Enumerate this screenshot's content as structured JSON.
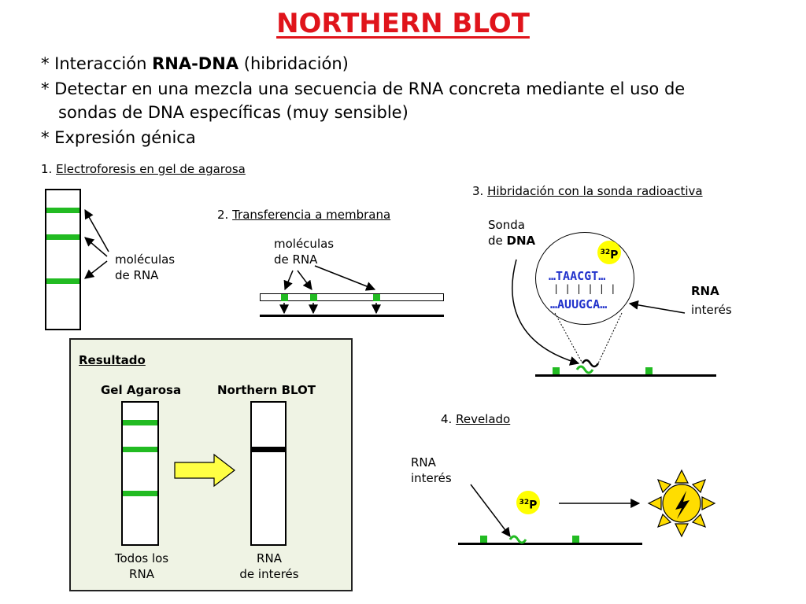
{
  "title": "NORTHERN BLOT",
  "bullets": [
    {
      "prefix": "* Interacción ",
      "bold": "RNA-DNA",
      "suffix": " (hibridación)"
    },
    {
      "line1": "* Detectar en una mezcla una secuencia de RNA concreta mediante el uso de",
      "line2": "sondas de DNA específicas (muy sensible)"
    },
    {
      "text": "* Expresión génica"
    }
  ],
  "sections": {
    "s1": {
      "num": "1",
      "label": "Electroforesis en gel de agarosa"
    },
    "s2": {
      "num": "2",
      "label": "Transferencia a membrana"
    },
    "s3": {
      "num": "3",
      "label": "Hibridación con la sonda radioactiva"
    },
    "s4": {
      "num": "4",
      "label": "Revelado"
    }
  },
  "labels": {
    "rna_molecules_line1": "moléculas",
    "rna_molecules_line2": "de RNA",
    "probe_line1": "Sonda",
    "probe_line2_prefix": "de ",
    "probe_line2_bold": "DNA",
    "isotope_mass": "32",
    "isotope_symbol": "P",
    "seq_top": "…TAACGT…",
    "seq_pairs": "| | | | | |",
    "seq_bottom": "…AUUGCA…",
    "rna_interest_line1": "RNA",
    "rna_interest_line2": "interés"
  },
  "result": {
    "heading": "Resultado",
    "gel_title": "Gel Agarosa",
    "blot_title": "Northern BLOT",
    "gel_caption_line1": "Todos los",
    "gel_caption_line2": "RNA",
    "blot_caption_line1": "RNA",
    "blot_caption_line2": "de interés"
  },
  "colors": {
    "title": "#e0141b",
    "band": "#22bb22",
    "sequence": "#2233cc",
    "isotope": "#ffff00",
    "result_bg": "#eff3e4",
    "arrow_fill": "#ffff44",
    "sun": "#ffdd00"
  }
}
